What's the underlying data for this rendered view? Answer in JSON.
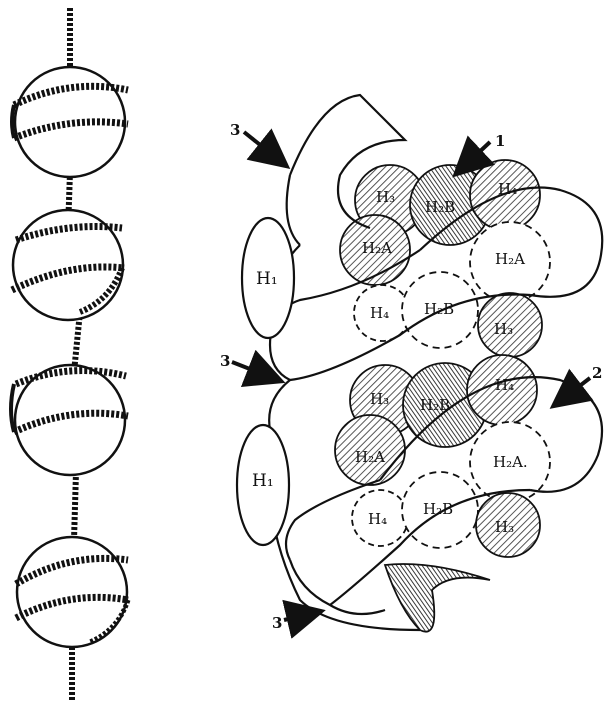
{
  "figure": {
    "colors": {
      "ink": "#111111",
      "paper": "#ffffff",
      "hatch": "#555555"
    },
    "nucleosome_1": {
      "top_layer": [
        "H₃",
        "H₂B",
        "H₄",
        "H₂A",
        "H₂A"
      ],
      "bottom_layer": [
        "H₄",
        "H₂B",
        "H₃"
      ]
    },
    "nucleosome_2": {
      "top_layer": [
        "H₃",
        "H₂B",
        "H₄",
        "H₂A",
        "H₂A."
      ],
      "bottom_layer": [
        "H₄",
        "H₂B",
        "H₃"
      ]
    },
    "linker_histones": [
      "H₁",
      "H₁"
    ],
    "arrow_labels": {
      "a": "1",
      "b": "2",
      "c": "3",
      "d": "3",
      "e": "3"
    }
  }
}
